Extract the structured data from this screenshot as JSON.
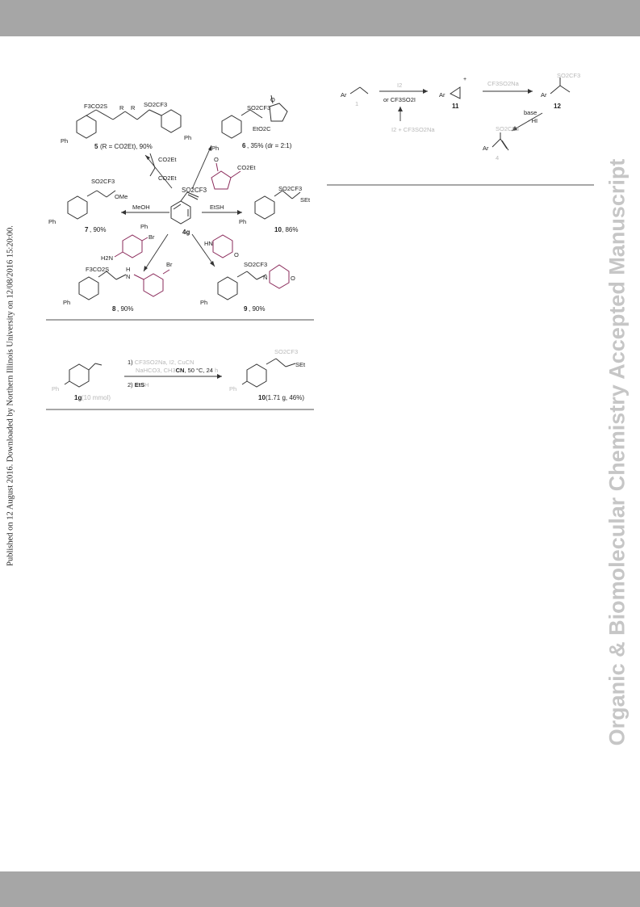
{
  "side_text": {
    "published": "Published on 12 August 2016. Downloaded by Northern Illinois University on 12/08/2016 15:20:00.",
    "journal": "Organic & Biomolecular Chemistry Accepted Manuscript"
  },
  "scheme_left": {
    "center_compound": "4g",
    "center_group": "SO2CF3",
    "products": [
      {
        "id": "5",
        "yield": "(R = CO2Et), 90%",
        "groups": [
          "F3CO2S",
          "R",
          "R",
          "SO2CF3"
        ]
      },
      {
        "id": "6",
        "yield": ", 35% (dr = 2:1)",
        "groups": [
          "SO2CF3",
          "O",
          "EtO2C"
        ]
      },
      {
        "id": "7",
        "yield": ", 90%",
        "groups": [
          "SO2CF3",
          "OMe"
        ]
      },
      {
        "id": "10",
        "yield": ", 86%",
        "groups": [
          "SO2CF3",
          "SEt"
        ]
      },
      {
        "id": "8",
        "yield": ", 90%",
        "groups": [
          "F3CO2S",
          "H",
          "N",
          "Br"
        ]
      },
      {
        "id": "9",
        "yield": ", 90%",
        "groups": [
          "SO2CF3",
          "N",
          "O"
        ]
      }
    ],
    "reagents": {
      "malonate": [
        "CO2Et",
        "CO2Et"
      ],
      "ketoester": [
        "O",
        "CO2Et"
      ],
      "methanol": "MeOH",
      "ethanethiol": "EtSH",
      "amine": [
        "H2N",
        "Br"
      ],
      "morpholine": [
        "HN",
        "O"
      ]
    },
    "ph": "Ph"
  },
  "scheme_bottom": {
    "step1_prefix": "1)",
    "step1_a": "CF3SO2Na, I2, CuCN",
    "step1_b": "NaHCO3, CH3",
    "step1_cn": "CN",
    "step1_c": ", 50 °C, 24",
    "step1_c2": " h",
    "step2_prefix": "2)",
    "step2_bold": "EtS",
    "step2_rest": "H",
    "sm_id": "1g",
    "sm_amount": " (10 mmol)",
    "product_id": "10",
    "product_amount": " (1.71 g",
    "product_tail": ", 46%)",
    "product_group": "SO2CF3",
    "sep": "SEt",
    "ph": "Ph"
  },
  "scheme_right": {
    "ar": "Ar",
    "sm_id": "1",
    "reagent_top": "I2",
    "reagent_mid": "or CF3SO2I",
    "reagent_bottom": "I2 + CF3SO2Na",
    "int_11": "11",
    "step2": "CF3SO2Na",
    "int_12": "12",
    "int_12_group": "SO2CF3",
    "base": "base",
    "hi": "- HI",
    "prod_group": "SO2CF3",
    "prod_id": "4"
  }
}
